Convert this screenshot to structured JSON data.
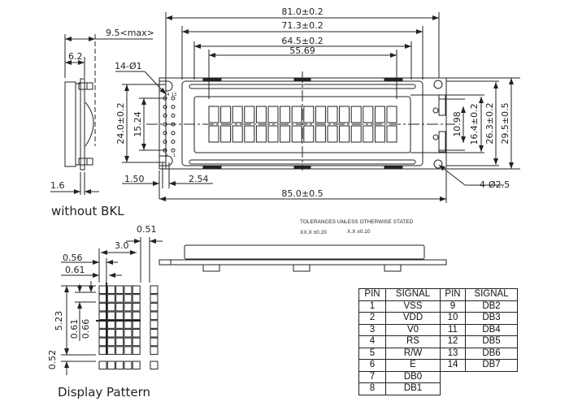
{
  "title": "16x2 Character LCD Module Mechanical Drawing",
  "dimensions": {
    "overall_width": "81.0±0.2",
    "bezel_width": "71.3±0.2",
    "viewing_width": "64.5±0.2",
    "active_width": "55.69",
    "pcb_width": "85.0±0.5",
    "side_depth_max": "9.5<max>",
    "side_depth": "6.2",
    "pcb_thickness": "1.6",
    "pin_holes": "14-Ø1",
    "pin_block_height": "24.0±0.2",
    "pin_span": "15.24",
    "pin_edge_offset": "1.50",
    "pin_pitch": "2.54",
    "active_height": "10.98",
    "viewing_height": "16.4±0.2",
    "bezel_height": "26.3±0.2",
    "pcb_height": "29.5±0.5",
    "mounting_holes": "4-Ø2.5"
  },
  "labels": {
    "without_bkl": "without BKL",
    "display_pattern": "Display Pattern",
    "tolerance_title": "TOLERANCES UNLESS OTHERWISE STATED",
    "tolerance_xxx": "XX.X  ±0.20",
    "tolerance_xx": "X.X ±0.10",
    "pin_14": "14",
    "pin_13": "13",
    "pin_2": "2",
    "pin_1": "1"
  },
  "pattern_dims": {
    "char_width": "3.0",
    "char_gap": "0.51",
    "dot_width": "0.56",
    "dot_pitch": "0.61",
    "char_height": "5.23",
    "dot_height": "0.61",
    "dot_vpitch": "0.66",
    "cursor_gap": "0.52"
  },
  "pin_table": {
    "headers": [
      "PIN",
      "SIGNAL",
      "PIN",
      "SIGNAL"
    ],
    "rows": [
      [
        "1",
        "VSS",
        "9",
        "DB2"
      ],
      [
        "2",
        "VDD",
        "10",
        "DB3"
      ],
      [
        "3",
        "V0",
        "11",
        "DB4"
      ],
      [
        "4",
        "RS",
        "12",
        "DB5"
      ],
      [
        "5",
        "R/W",
        "13",
        "DB6"
      ],
      [
        "6",
        "E",
        "14",
        "DB7"
      ],
      [
        "7",
        "DB0",
        "",
        ""
      ],
      [
        "8",
        "DB1",
        "",
        ""
      ]
    ]
  }
}
